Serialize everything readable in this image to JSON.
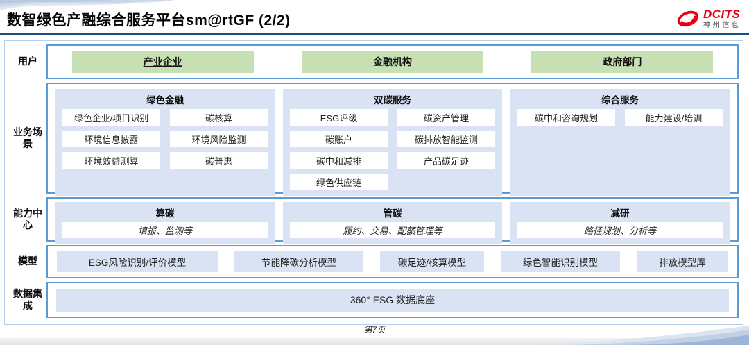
{
  "header": {
    "title": "数智绿色产融综合服务平台sm@rtGF (2/2)",
    "logo": {
      "brand": "DCITS",
      "subbrand": "神州信息"
    }
  },
  "bands": {
    "users": {
      "label": "用户",
      "items": [
        "产业企业",
        "金融机构",
        "政府部门"
      ]
    },
    "scenarios": {
      "label": "业务场景",
      "groups": [
        {
          "title": "绿色金融",
          "items": [
            "绿色企业/项目识别",
            "碳核算",
            "环境信息披露",
            "环境风险监测",
            "环境效益测算",
            "碳普惠"
          ]
        },
        {
          "title": "双碳服务",
          "items": [
            "ESG评级",
            "碳资产管理",
            "碳账户",
            "碳排放智能监测",
            "碳中和减排",
            "产品碳足迹",
            "绿色供应链"
          ]
        },
        {
          "title": "综合服务",
          "items": [
            "碳中和咨询规划",
            "能力建设/培训"
          ]
        }
      ]
    },
    "capabilities": {
      "label": "能力中心",
      "groups": [
        {
          "title": "算碳",
          "desc": "填报、监测等"
        },
        {
          "title": "管碳",
          "desc": "履约、交易、配额管理等"
        },
        {
          "title": "减研",
          "desc": "路径规划、分析等"
        }
      ]
    },
    "models": {
      "label": "模型",
      "items": [
        "ESG风险识别/评价模型",
        "节能降碳分析模型",
        "碳足迹/核算模型",
        "绿色智能识别模型",
        "排放模型库"
      ]
    },
    "data_integration": {
      "label": "数据集成",
      "items": [
        "360° ESG 数据底座"
      ]
    }
  },
  "footer": {
    "page_label": "第7页"
  },
  "colors": {
    "accent_border": "#5b9bd5",
    "panel_fill": "#dae3f3",
    "green_fill": "#c6e0b4",
    "title_rule": "#1f4e79",
    "brand_red": "#e60012"
  }
}
